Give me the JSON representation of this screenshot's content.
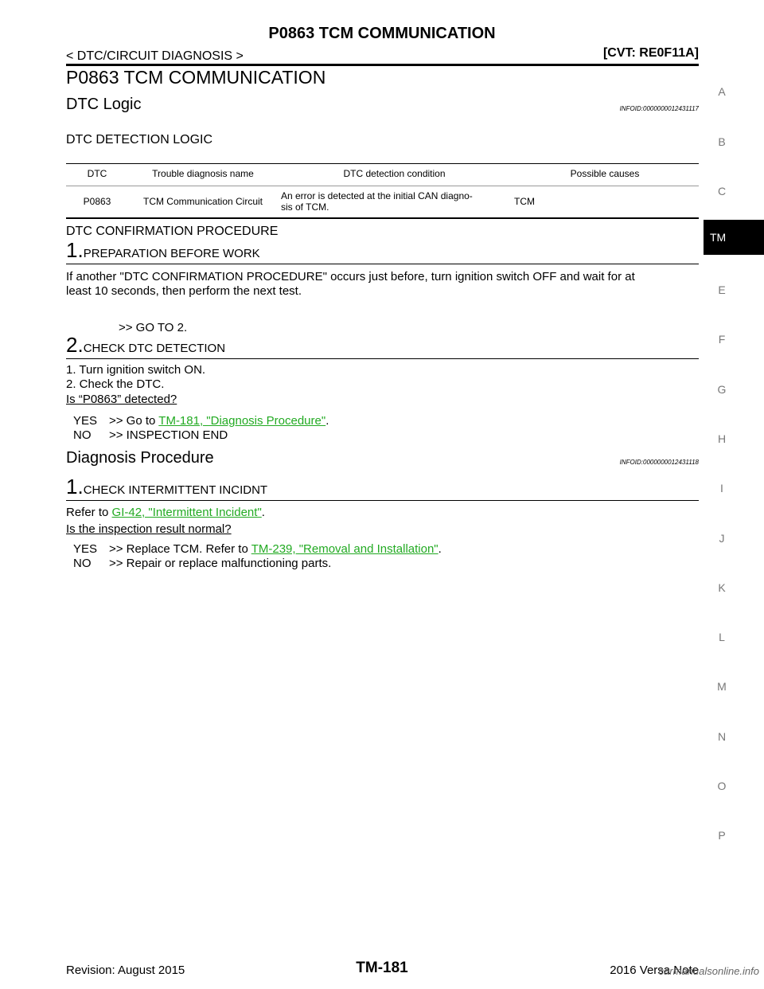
{
  "header": {
    "title": "P0863 TCM COMMUNICATION",
    "section": "< DTC/CIRCUIT DIAGNOSIS >",
    "model": "[CVT: RE0F11A]"
  },
  "main_title": "P0863 TCM COMMUNICATION",
  "dtc_logic": {
    "heading": "DTC Logic",
    "infoid": "INFOID:0000000012431117",
    "detection_logic_heading": "DTC DETECTION LOGIC",
    "table": {
      "headers": [
        "DTC",
        "Trouble diagnosis name",
        "DTC detection condition",
        "Possible causes"
      ],
      "row": {
        "dtc": "P0863",
        "name": "TCM Communication Circuit",
        "condition_line1": "An error is detected at the initial CAN diagno-",
        "condition_line2": "sis of TCM.",
        "cause": "TCM"
      }
    },
    "confirmation_heading": "DTC CONFIRMATION PROCEDURE",
    "step1": {
      "num": "1.",
      "title": "PREPARATION BEFORE WORK",
      "text_line1": "If another \"DTC CONFIRMATION PROCEDURE\" occurs just before, turn ignition switch OFF and wait for at",
      "text_line2": "least 10 seconds, then perform the next test.",
      "goto": ">> GO TO 2."
    },
    "step2": {
      "num": "2.",
      "title": "CHECK DTC DETECTION",
      "item1": "1.   Turn ignition switch ON.",
      "item2": "2.   Check the DTC.",
      "question": "Is “P0863” detected?",
      "yes_label": "YES",
      "yes_prefix": ">> Go to ",
      "yes_link": "TM-181, \"Diagnosis Procedure\"",
      "yes_suffix": ".",
      "no_label": "NO",
      "no_text": ">> INSPECTION END"
    }
  },
  "diagnosis": {
    "heading": "Diagnosis Procedure",
    "infoid": "INFOID:0000000012431118",
    "step1": {
      "num": "1.",
      "title": "CHECK INTERMITTENT INCIDNT",
      "refer_prefix": "Refer to ",
      "refer_link": "GI-42, \"Intermittent Incident\"",
      "refer_suffix": ".",
      "question": "Is the inspection result normal?",
      "yes_label": "YES",
      "yes_prefix": ">> Replace TCM. Refer to ",
      "yes_link": "TM-239, \"Removal and Installation\"",
      "yes_suffix": ".",
      "no_label": "NO",
      "no_text": ">> Repair or replace malfunctioning parts."
    }
  },
  "side_index": [
    "A",
    "B",
    "C",
    "TM",
    "E",
    "F",
    "G",
    "H",
    "I",
    "J",
    "K",
    "L",
    "M",
    "N",
    "O",
    "P"
  ],
  "footer": {
    "revision": "Revision: August 2015",
    "page": "TM-181",
    "vehicle": "2016 Versa Note",
    "watermark": "carmanualsonline.info"
  }
}
